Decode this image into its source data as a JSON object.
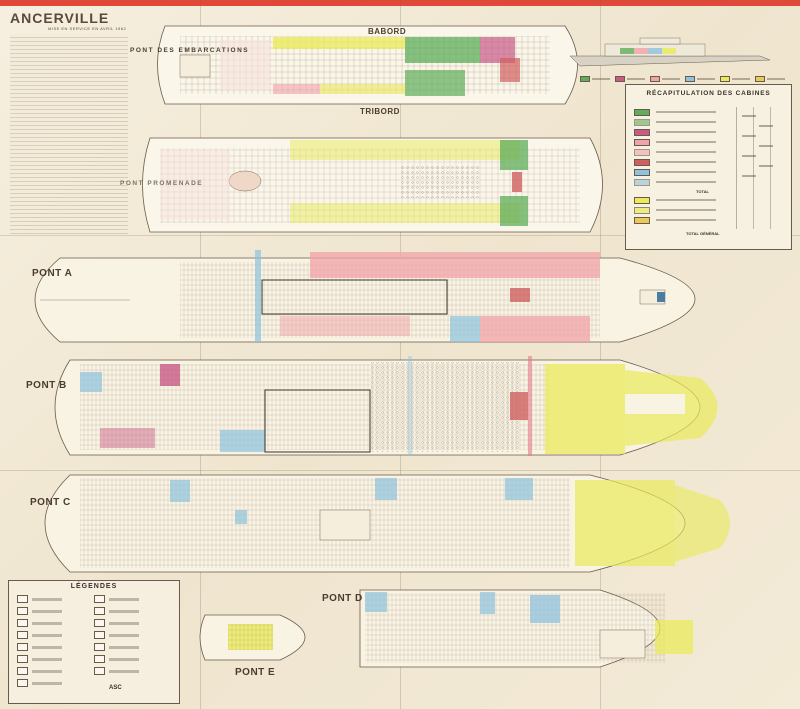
{
  "document": {
    "title": "ANCERVILLE",
    "subtitle": "MISE EN SERVICE EN AVRIL 1962"
  },
  "decks": {
    "embarcations": "PONT DES EMBARCATIONS",
    "babord": "BABORD",
    "tribord": "TRIBORD",
    "promenade": "PONT PROMENADE",
    "a": "PONT A",
    "b": "PONT B",
    "c": "PONT C",
    "d": "PONT D",
    "e": "PONT E"
  },
  "legend": {
    "title": "LÉGENDES",
    "asc_label": "ASC"
  },
  "recap": {
    "title": "RÉCAPITULATION DES CABINES",
    "total_label": "TOTAL",
    "grand_total_label": "TOTAL GÉNÉRAL"
  },
  "colors": {
    "luxe": "#5fae5b",
    "deluxe": "#c85a86",
    "premiere": "#f0a3a8",
    "confort": "#8fc2de",
    "touriste": "#eaea5a",
    "standard": "#e8c95a",
    "hull_line": "#6a5a4a",
    "cabin_line": "#7a6a5a",
    "accent_red": "#e0483a"
  },
  "icons": {
    "legend_symbol": "legend-symbol-icon",
    "cabin_swatch": "cabin-color-swatch-icon"
  }
}
